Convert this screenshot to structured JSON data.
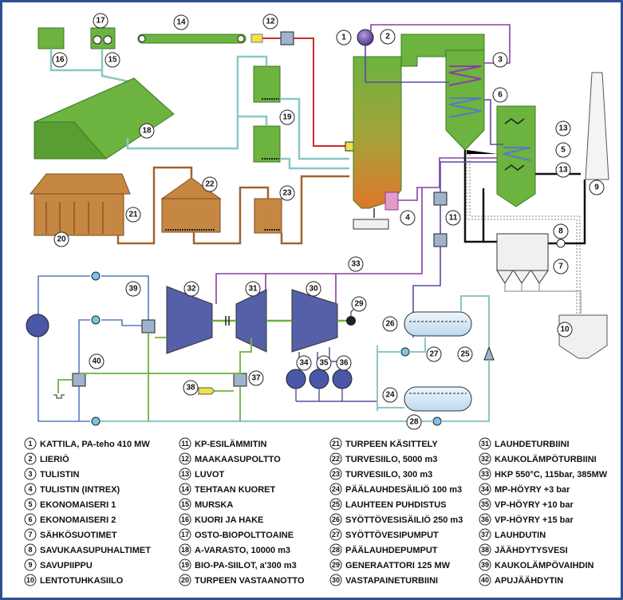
{
  "callouts": [
    "1",
    "2",
    "3",
    "4",
    "5",
    "6",
    "7",
    "8",
    "9",
    "10",
    "11",
    "12",
    "13",
    "13",
    "14",
    "15",
    "16",
    "17",
    "18",
    "19",
    "20",
    "21",
    "22",
    "23",
    "24",
    "25",
    "26",
    "27",
    "28",
    "29",
    "30",
    "31",
    "32",
    "33",
    "34",
    "35",
    "36",
    "37",
    "38",
    "39",
    "40"
  ],
  "legend": [
    {
      "n": "1",
      "t": "KATTILA, PA-teho 410 MW"
    },
    {
      "n": "2",
      "t": "LIERIÖ"
    },
    {
      "n": "3",
      "t": "TULISTIN"
    },
    {
      "n": "4",
      "t": "TULISTIN (INTREX)"
    },
    {
      "n": "5",
      "t": "EKONOMAISERI 1"
    },
    {
      "n": "6",
      "t": "EKONOMAISERI 2"
    },
    {
      "n": "7",
      "t": "SÄHKÖSUOTIMET"
    },
    {
      "n": "8",
      "t": "SAVUKAASUPUHALTIMET"
    },
    {
      "n": "9",
      "t": "SAVUPIIPPU"
    },
    {
      "n": "10",
      "t": "LENTOTUHKASIILO"
    },
    {
      "n": "11",
      "t": "KP-ESILÄMMITIN"
    },
    {
      "n": "12",
      "t": "MAAKAASUPOLTTO"
    },
    {
      "n": "13",
      "t": "LUVOT"
    },
    {
      "n": "14",
      "t": "TEHTAAN KUORET"
    },
    {
      "n": "15",
      "t": "MURSKA"
    },
    {
      "n": "16",
      "t": "KUORI JA HAKE"
    },
    {
      "n": "17",
      "t": "OSTO-BIOPOLTTOAINE"
    },
    {
      "n": "18",
      "t": "A-VARASTO, 10000 m3"
    },
    {
      "n": "19",
      "t": "BIO-PA-SIILOT, a'300 m3"
    },
    {
      "n": "20",
      "t": "TURPEEN VASTAANOTTO"
    },
    {
      "n": "21",
      "t": "TURPEEN KÄSITTELY"
    },
    {
      "n": "22",
      "t": "TURVESIILO, 5000 m3"
    },
    {
      "n": "23",
      "t": "TURVESIILO, 300 m3"
    },
    {
      "n": "24",
      "t": "PÄÄLAUHDESÄILIÖ 100 m3"
    },
    {
      "n": "25",
      "t": "LAUHTEEN PUHDISTUS"
    },
    {
      "n": "26",
      "t": "SYÖTTÖVESISÄILIÖ 250 m3"
    },
    {
      "n": "27",
      "t": "SYÖTTÖVESIPUMPUT"
    },
    {
      "n": "28",
      "t": "PÄÄLAUHDEPUMPUT"
    },
    {
      "n": "29",
      "t": "GENERAATTORI 125 MW"
    },
    {
      "n": "30",
      "t": "VASTAPAINETURBIINI"
    },
    {
      "n": "31",
      "t": "LAUHDETURBIINI"
    },
    {
      "n": "32",
      "t": "KAUKOLÄMPÖTURBIINI"
    },
    {
      "n": "33",
      "t": "HKP 550°C, 115bar, 385MW"
    },
    {
      "n": "34",
      "t": "MP-HÖYRY +3 bar"
    },
    {
      "n": "35",
      "t": "VP-HÖYRY +10 bar"
    },
    {
      "n": "36",
      "t": "VP-HÖYRY +15 bar"
    },
    {
      "n": "37",
      "t": "LAUHDUTIN"
    },
    {
      "n": "38",
      "t": "JÄÄHDYTYSVESI"
    },
    {
      "n": "39",
      "t": "KAUKOLÄMPÖVAIHDIN"
    },
    {
      "n": "40",
      "t": "APUJÄÄHDYTIN"
    }
  ],
  "colors": {
    "green": "#6cb33f",
    "green_dark": "#3d7a22",
    "brown": "#b87a3f",
    "brown_dark": "#7a4b1c",
    "turbine": "#5560a8",
    "purple": "#8a3fa0",
    "steam_line": "#6a4aa0",
    "red_line": "#cc2a2a",
    "cyan_line": "#8cc6c6",
    "water_line": "#5b79c2",
    "tank": "#cfe6f5",
    "frame": "#2f4f8f"
  }
}
